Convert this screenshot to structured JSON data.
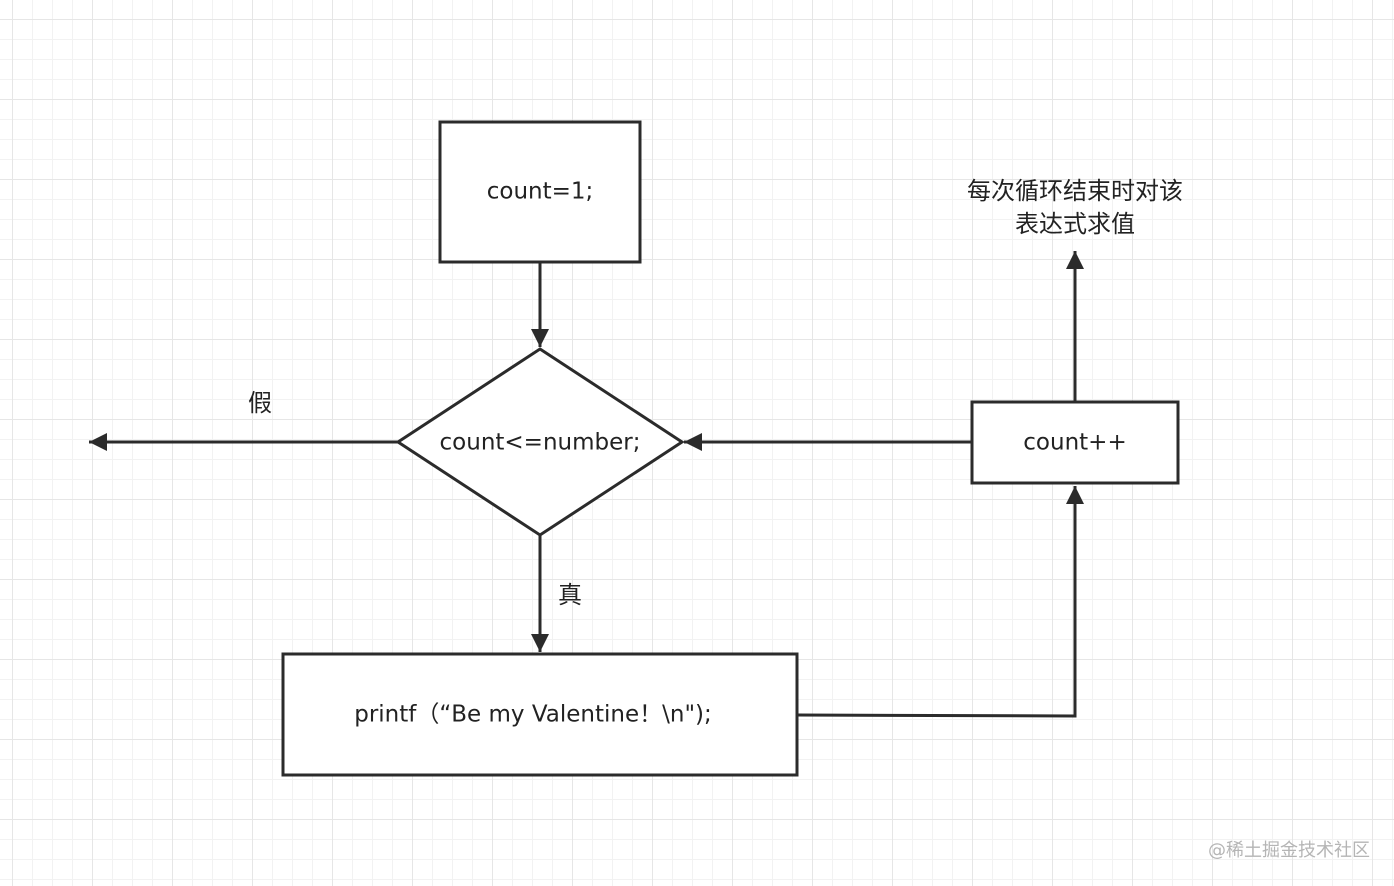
{
  "nodes": {
    "init": {
      "text": "count=1;"
    },
    "condition": {
      "text": "count<=number;"
    },
    "body": {
      "text": "printf（“Be my Valentine！\\n\");"
    },
    "update": {
      "text": "count++"
    }
  },
  "edge_labels": {
    "false_branch": "假",
    "true_branch": "真"
  },
  "note": {
    "line1": "每次循环结束时对该",
    "line2": "表达式求值"
  },
  "watermark": "@稀土掘金技术社区",
  "colors": {
    "stroke": "#2b2b2b",
    "text": "#222222",
    "grid_major": "#e6e6e6",
    "grid_minor": "#f2f2f2",
    "watermark": "#b5b5b5"
  }
}
